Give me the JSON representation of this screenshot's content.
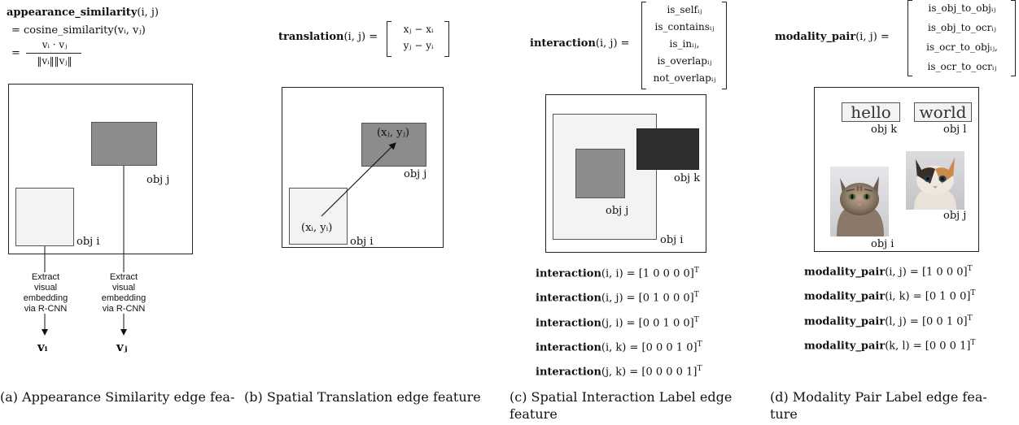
{
  "panel_a": {
    "formula_name": "appearance_similarity",
    "formula_args": "(i, j)",
    "line2": "= cosine_similarity(vᵢ, vⱼ)",
    "numerator": "vᵢ · vⱼ",
    "denominator": "‖vᵢ‖‖vⱼ‖",
    "eq": "=",
    "obj_i": "obj i",
    "obj_j": "obj j",
    "extract_text": "Extract\nvisual\nembedding\nvia R-CNN",
    "vi": "vᵢ",
    "vj": "vⱼ",
    "caption": "(a) Appearance Similarity edge fea-"
  },
  "panel_b": {
    "formula_name": "translation",
    "formula_args": "(i, j) =",
    "vector": [
      "xⱼ − xᵢ",
      "yⱼ − yᵢ"
    ],
    "pt_j": "(xⱼ, yⱼ)",
    "pt_i": "(xᵢ, yᵢ)",
    "obj_i": "obj i",
    "obj_j": "obj j",
    "caption": "(b) Spatial Translation edge feature"
  },
  "panel_c": {
    "formula_name": "interaction",
    "formula_args": "(i, j) =",
    "vector": [
      "is_selfᵢⱼ",
      "is_containsᵢⱼ",
      "is_inᵢⱼ,",
      "is_overlapᵢⱼ",
      "not_overlapᵢⱼ"
    ],
    "obj_i": "obj i",
    "obj_j": "obj j",
    "obj_k": "obj k",
    "equations": [
      {
        "name": "interaction",
        "args": "(i, i) = [1  0  0  0  0]",
        "sup": "T"
      },
      {
        "name": "interaction",
        "args": "(i, j) = [0  1  0  0  0]",
        "sup": "T"
      },
      {
        "name": "interaction",
        "args": "(j, i) = [0  0  1  0  0]",
        "sup": "T"
      },
      {
        "name": "interaction",
        "args": "(i, k) = [0  0  0  1  0]",
        "sup": "T"
      },
      {
        "name": "interaction",
        "args": "(j, k) = [0  0  0  0  1]",
        "sup": "T"
      }
    ],
    "caption_line1": "(c) Spatial Interaction Label edge",
    "caption_line2": "feature"
  },
  "panel_d": {
    "formula_name": "modality_pair",
    "formula_args": "(i, j) =",
    "vector": [
      "is_obj_to_objᵢⱼ",
      "is_obj_to_ocrᵢⱼ",
      "is_ocr_to_objᵢⱼ,",
      "is_ocr_to_ocrᵢⱼ"
    ],
    "word_k": "hello",
    "word_l": "world",
    "obj_i": "obj i",
    "obj_j": "obj j",
    "obj_k": "obj k",
    "obj_l": "obj l",
    "equations": [
      {
        "name": "modality_pair",
        "args": "(i, j) = [1  0  0  0]",
        "sup": "T"
      },
      {
        "name": "modality_pair",
        "args": "(i, k) = [0  1  0  0]",
        "sup": "T"
      },
      {
        "name": "modality_pair",
        "args": "(l, j) = [0  0  1  0]",
        "sup": "T"
      },
      {
        "name": "modality_pair",
        "args": "(k, l) = [0  0  0  1]",
        "sup": "T"
      }
    ],
    "caption_line1": "(d) Modality Pair Label edge fea-",
    "caption_line2": "ture"
  },
  "colors": {
    "light_box": "#f3f3f3",
    "mid_box": "#8c8c8c",
    "dark_box": "#2f2f2f"
  }
}
